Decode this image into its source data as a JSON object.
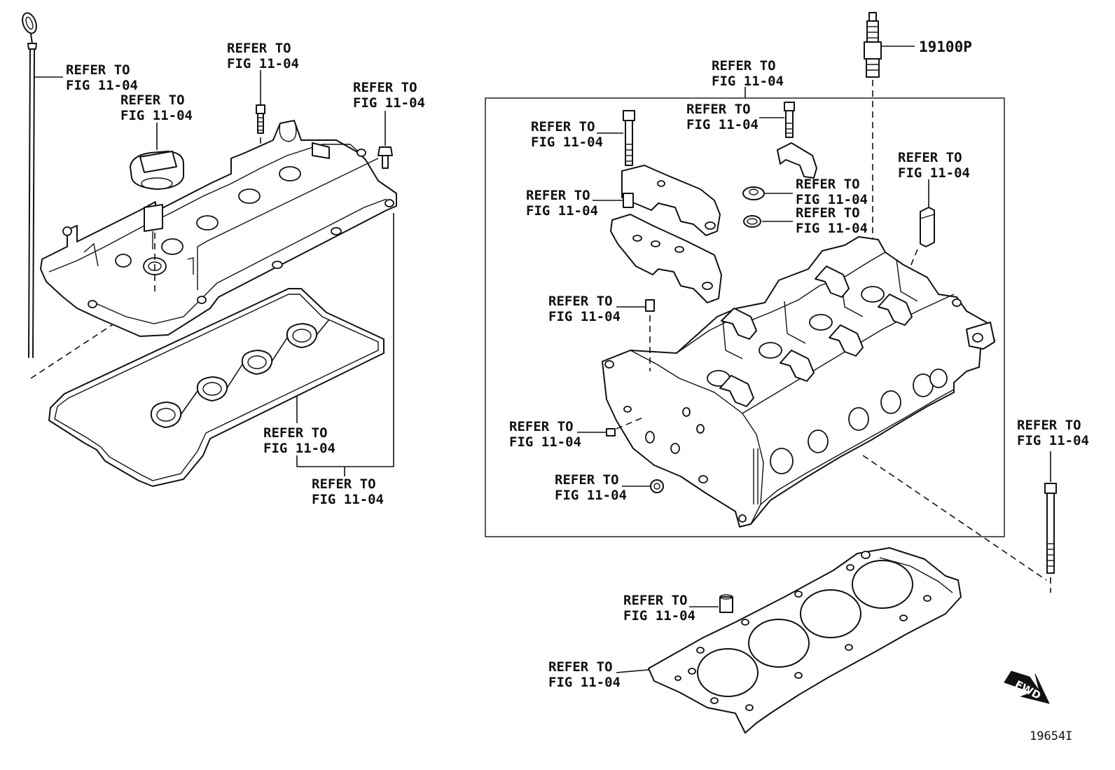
{
  "diagram": {
    "labels": [
      {
        "id": "dipstick",
        "line1": "REFER TO",
        "line2": "FIG 11-04"
      },
      {
        "id": "oil-filler-cap",
        "line1": "REFER TO",
        "line2": "FIG 11-04"
      },
      {
        "id": "cover-stud",
        "line1": "REFER TO",
        "line2": "FIG 11-04"
      },
      {
        "id": "cover-bolt",
        "line1": "REFER TO",
        "line2": "FIG 11-04"
      },
      {
        "id": "cover-gasket",
        "line1": "REFER TO",
        "line2": "FIG 11-04"
      },
      {
        "id": "plug-gasket",
        "line1": "REFER TO",
        "line2": "FIG 11-04"
      },
      {
        "id": "head-subassembly",
        "line1": "REFER TO",
        "line2": "FIG 11-04"
      },
      {
        "id": "cam-housing-bolt",
        "line1": "REFER TO",
        "line2": "FIG 11-04"
      },
      {
        "id": "cam-cap-bolt",
        "line1": "REFER TO",
        "line2": "FIG 11-04"
      },
      {
        "id": "housing-pin",
        "line1": "REFER TO",
        "line2": "FIG 11-04"
      },
      {
        "id": "valve-seal",
        "line1": "REFER TO",
        "line2": "FIG 11-04"
      },
      {
        "id": "valve-washer",
        "line1": "REFER TO",
        "line2": "FIG 11-04"
      },
      {
        "id": "plug-tube",
        "line1": "REFER TO",
        "line2": "FIG 11-04"
      },
      {
        "id": "head-pin",
        "line1": "REFER TO",
        "line2": "FIG 11-04"
      },
      {
        "id": "side-stud",
        "line1": "REFER TO",
        "line2": "FIG 11-04"
      },
      {
        "id": "side-plug",
        "line1": "REFER TO",
        "line2": "FIG 11-04"
      },
      {
        "id": "head-bolt",
        "line1": "REFER TO",
        "line2": "FIG 11-04"
      },
      {
        "id": "gasket-pin",
        "line1": "REFER TO",
        "line2": "FIG 11-04"
      },
      {
        "id": "head-gasket",
        "line1": "REFER TO",
        "line2": "FIG 11-04"
      }
    ],
    "spark_plug_part_number": "19100P",
    "fwd_label": "FWD",
    "illustration_number": "19654I"
  }
}
